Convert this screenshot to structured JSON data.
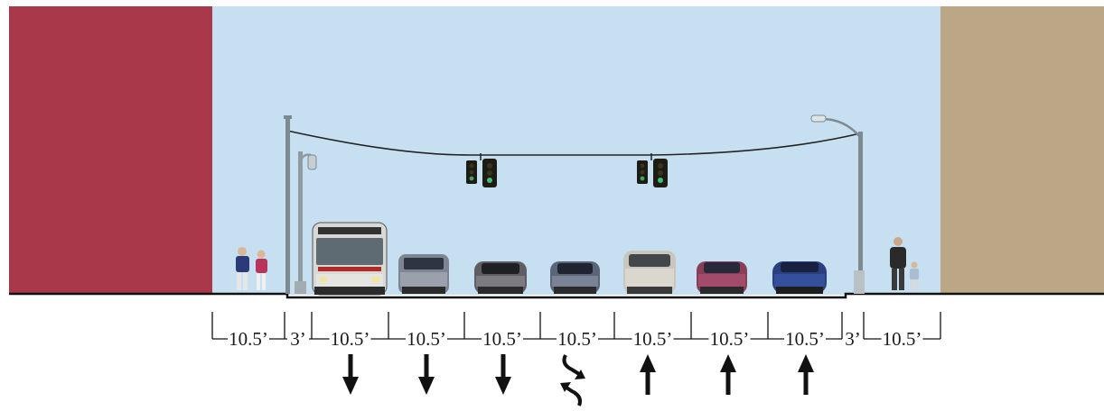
{
  "colors": {
    "sky": "#c6dff1",
    "left_building": "#a8384a",
    "right_building": "#bba786",
    "ground_line": "#111111",
    "arrow": "#111111"
  },
  "dimensions": [
    {
      "label": "10.5’",
      "feet": 10.5,
      "segment": "sidewalk-left"
    },
    {
      "label": "3’",
      "feet": 3,
      "segment": "buffer-left"
    },
    {
      "label": "10.5’",
      "feet": 10.5,
      "segment": "lane-1"
    },
    {
      "label": "10.5’",
      "feet": 10.5,
      "segment": "lane-2"
    },
    {
      "label": "10.5’",
      "feet": 10.5,
      "segment": "lane-3"
    },
    {
      "label": "10.5’",
      "feet": 10.5,
      "segment": "center-turn-lane"
    },
    {
      "label": "10.5’",
      "feet": 10.5,
      "segment": "lane-4"
    },
    {
      "label": "10.5’",
      "feet": 10.5,
      "segment": "lane-5"
    },
    {
      "label": "10.5’",
      "feet": 10.5,
      "segment": "lane-6"
    },
    {
      "label": "3’",
      "feet": 3,
      "segment": "buffer-right"
    },
    {
      "label": "10.5’",
      "feet": 10.5,
      "segment": "sidewalk-right"
    }
  ],
  "lane_directions": [
    {
      "lane": "lane-1",
      "direction": "down"
    },
    {
      "lane": "lane-2",
      "direction": "down"
    },
    {
      "lane": "lane-3",
      "direction": "down"
    },
    {
      "lane": "center-turn-lane",
      "direction": "two-way-left-turn"
    },
    {
      "lane": "lane-4",
      "direction": "up"
    },
    {
      "lane": "lane-5",
      "direction": "up"
    },
    {
      "lane": "lane-6",
      "direction": "up"
    }
  ],
  "icons": [
    "bus-icon",
    "car-icon",
    "traffic-signal-icon",
    "street-light-icon",
    "pedestrian-icon"
  ]
}
